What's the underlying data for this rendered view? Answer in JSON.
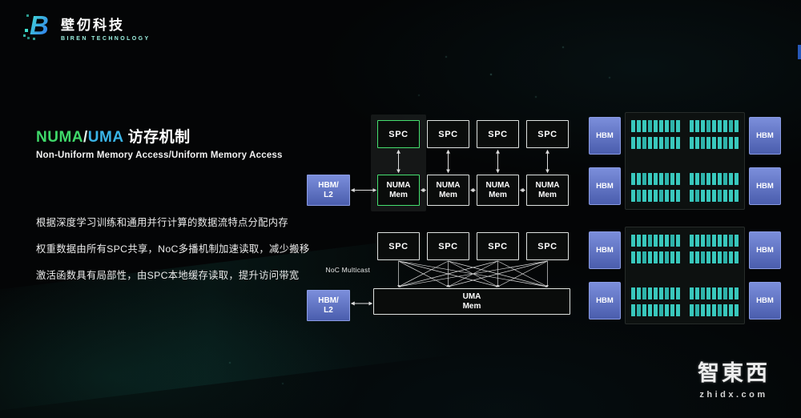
{
  "brand": {
    "name_cn": "壁仞科技",
    "name_en": "BIREN TECHNOLOGY"
  },
  "heading": {
    "numa": "NUMA",
    "slash": "/",
    "uma": "UMA",
    "suffix": " 访存机制",
    "subtitle": "Non-Uniform Memory Access/Uniform Memory Access"
  },
  "bullets": [
    "根据深度学习训练和通用并行计算的数据流特点分配内存",
    "权重数据由所有SPC共享，NoC多播机制加速读取，减少搬移",
    "激活函数具有局部性，由SPC本地缓存读取，提升访问带宽"
  ],
  "numa_diagram": {
    "spc_boxes": [
      "SPC",
      "SPC",
      "SPC",
      "SPC"
    ],
    "mem_boxes": [
      "NUMA\nMem",
      "NUMA\nMem",
      "NUMA\nMem",
      "NUMA\nMem"
    ],
    "hbm_label": "HBM/\nL2",
    "highlight_index": 0
  },
  "uma_diagram": {
    "spc_boxes": [
      "SPC",
      "SPC",
      "SPC",
      "SPC"
    ],
    "mem_label": "UMA\nMem",
    "hbm_label": "HBM/\nL2",
    "noc_label": "NoC Multicast"
  },
  "chips": [
    {
      "hbm_left": [
        "HBM",
        "HBM"
      ],
      "hbm_right": [
        "HBM",
        "HBM"
      ],
      "groups": 2,
      "rows_per_group": 2,
      "cells_per_half": 9
    },
    {
      "hbm_left": [
        "HBM",
        "HBM"
      ],
      "hbm_right": [
        "HBM",
        "HBM"
      ],
      "groups": 2,
      "rows_per_group": 2,
      "cells_per_half": 9
    }
  ],
  "watermark": {
    "name": "智東西",
    "domain": "zhidx.com"
  },
  "colors": {
    "numa_green": "#3fd96a",
    "uma_blue": "#3ab5e8",
    "hbm_blue": "#5b6fc0",
    "cell_teal": "#39c8bd",
    "box_border": "#dfe3e1"
  }
}
